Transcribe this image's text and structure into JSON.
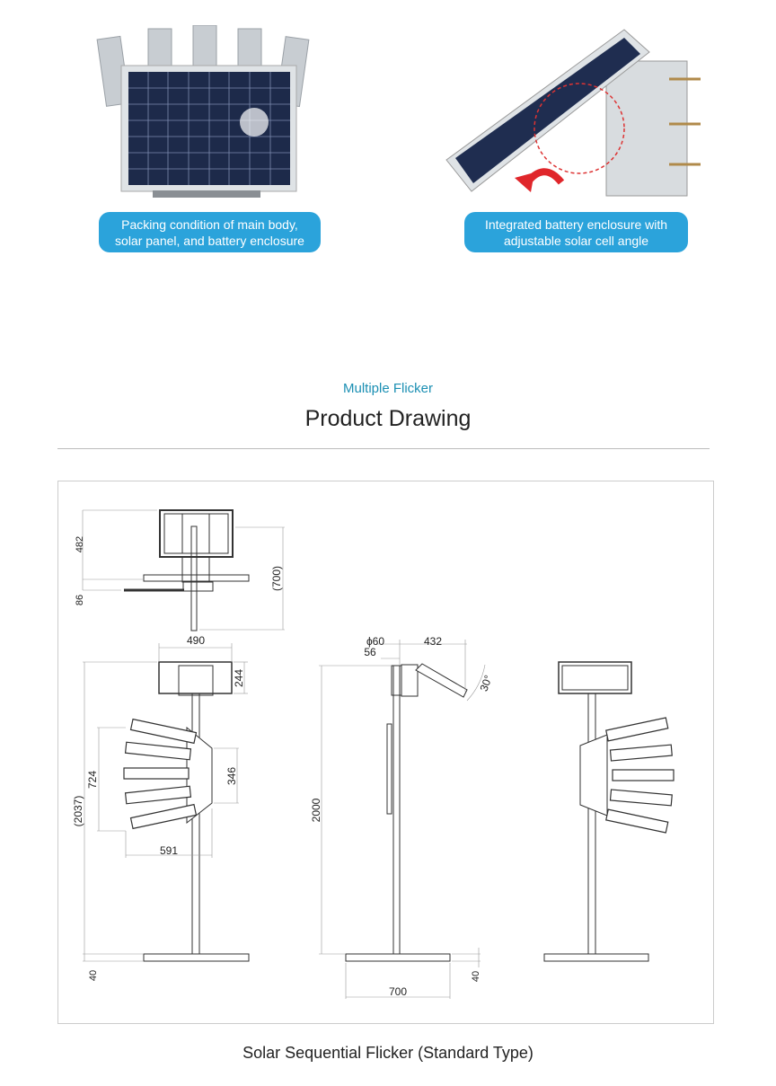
{
  "photos": [
    {
      "caption_line1": "Packing condition of main body,",
      "caption_line2": "solar panel, and battery enclosure"
    },
    {
      "caption_line1": "Integrated battery enclosure with",
      "caption_line2": "adjustable solar cell angle"
    }
  ],
  "section": {
    "subtitle": "Multiple Flicker",
    "title": "Product Drawing"
  },
  "drawing": {
    "top_view": {
      "height": "482",
      "offset": "86",
      "depth": "(700)"
    },
    "front_view": {
      "head_width": "490",
      "head_height": "244",
      "arrows_height": "724",
      "arrows_mount": "346",
      "arrows_width": "591",
      "total_height": "(2037)",
      "base_height": "40"
    },
    "side_view": {
      "pole_diameter": "ϕ60",
      "offset": "56",
      "panel_depth": "432",
      "angle": "30°",
      "height": "2000",
      "base_width": "700",
      "base_height": "40"
    }
  },
  "caption": "Solar Sequential Flicker (Standard Type)",
  "colors": {
    "accent": "#2ba3db",
    "subtitle": "#1b8fb3"
  }
}
